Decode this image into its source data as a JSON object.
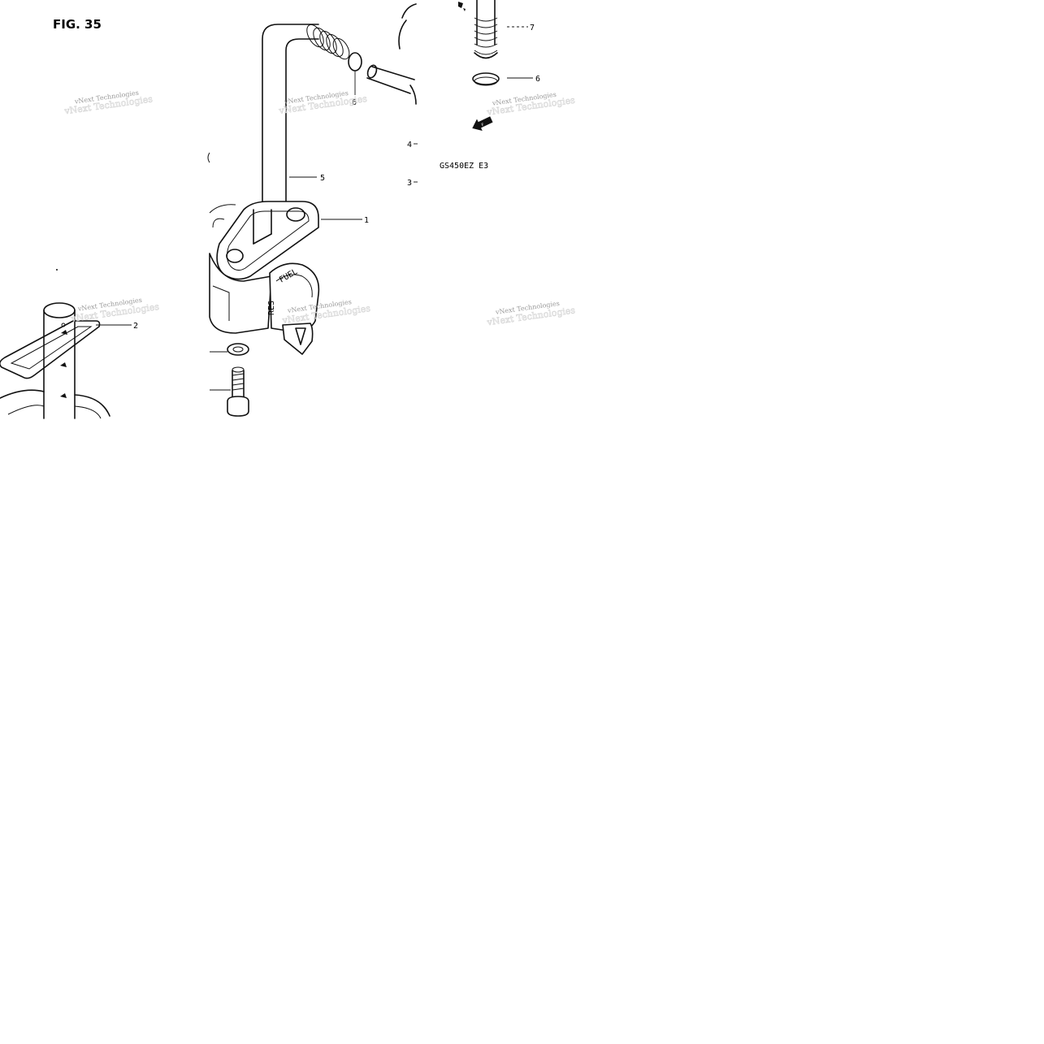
{
  "figure": {
    "title": "FIG. 35",
    "model": "GS450EZ E3"
  },
  "callouts": {
    "c1": "1",
    "c2": "2",
    "c3": "3",
    "c4": "4",
    "c5": "5",
    "c6a": "6",
    "c6b": "6",
    "c7": "7"
  },
  "valve_marks": {
    "fuel": "FUEL",
    "res": "RES"
  },
  "watermarks": {
    "text": "vNext Technologies"
  },
  "icons": {
    "front_arrow": "fwd-arrow-icon"
  }
}
